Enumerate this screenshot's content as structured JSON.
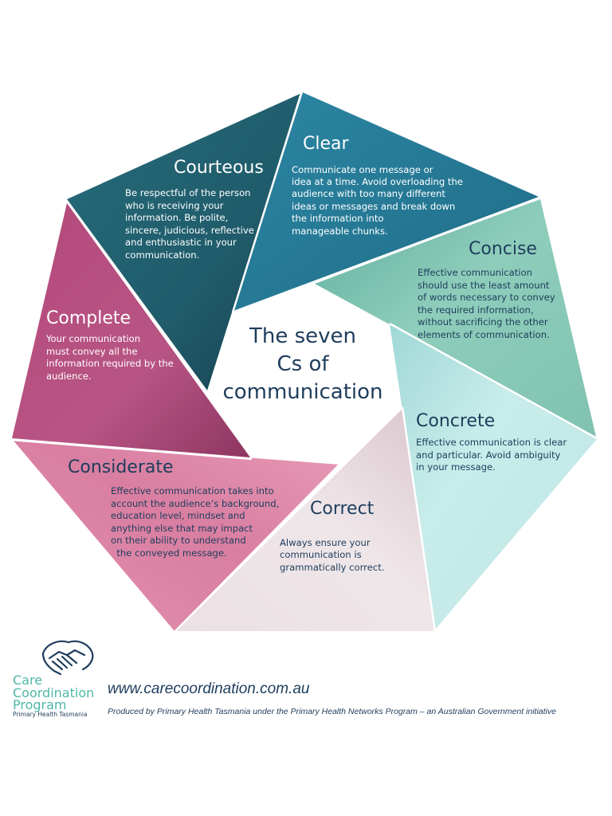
{
  "center": {
    "line1": "The seven",
    "line2": "Cs of",
    "line3": "communication"
  },
  "segments": [
    {
      "title": "Clear",
      "color": "#2a7f9c",
      "body": [
        "Communicate one message or",
        "idea at a time.   Avoid overloading the",
        "audience with too many different",
        "ideas or messages and break down",
        "the information into",
        "manageable chunks."
      ]
    },
    {
      "title": "Concise",
      "color": "#86c6b4",
      "body": [
        "Effective communication",
        "should use the least amount",
        "of words necessary to convey",
        "the required information,",
        "without sacrificing the other",
        "elements of communication."
      ]
    },
    {
      "title": "Concrete",
      "color": "#c4e9e8",
      "body": [
        "Effective communication is clear",
        "and particular. Avoid ambiguity",
        "in your message."
      ]
    },
    {
      "title": "Correct",
      "color": "#ece2e6",
      "body": [
        "Always ensure your",
        "communication is",
        "grammatically correct."
      ]
    },
    {
      "title": "Considerate",
      "color": "#e08fae",
      "body": [
        "Effective communication takes into",
        "account the audience’s background,",
        "education level, mindset and",
        "anything else that may impact",
        "on their ability to understand",
        "  the conveyed message."
      ]
    },
    {
      "title": "Complete",
      "color": "#b54e7b",
      "body": [
        "Your communication",
        "must convey all the",
        "information required by the",
        "audience."
      ]
    },
    {
      "title": "Courteous",
      "color": "#235f6e",
      "body": [
        "Be respectful of the person",
        "who is receiving your",
        "information. Be polite,",
        "sincere, judicious, reflective",
        "and enthusiastic in your",
        "communication."
      ]
    }
  ],
  "footer": {
    "url": "www.carecoordination.com.au",
    "credit": "Produced by Primary Health Tasmania under the Primary Health Networks Program – an Australian Government initiative"
  },
  "logo": {
    "line1": "Care",
    "line2": "Coordination",
    "line3": "Program",
    "sub": "Primary Health Tasmania",
    "icon": "handshake-icon"
  }
}
